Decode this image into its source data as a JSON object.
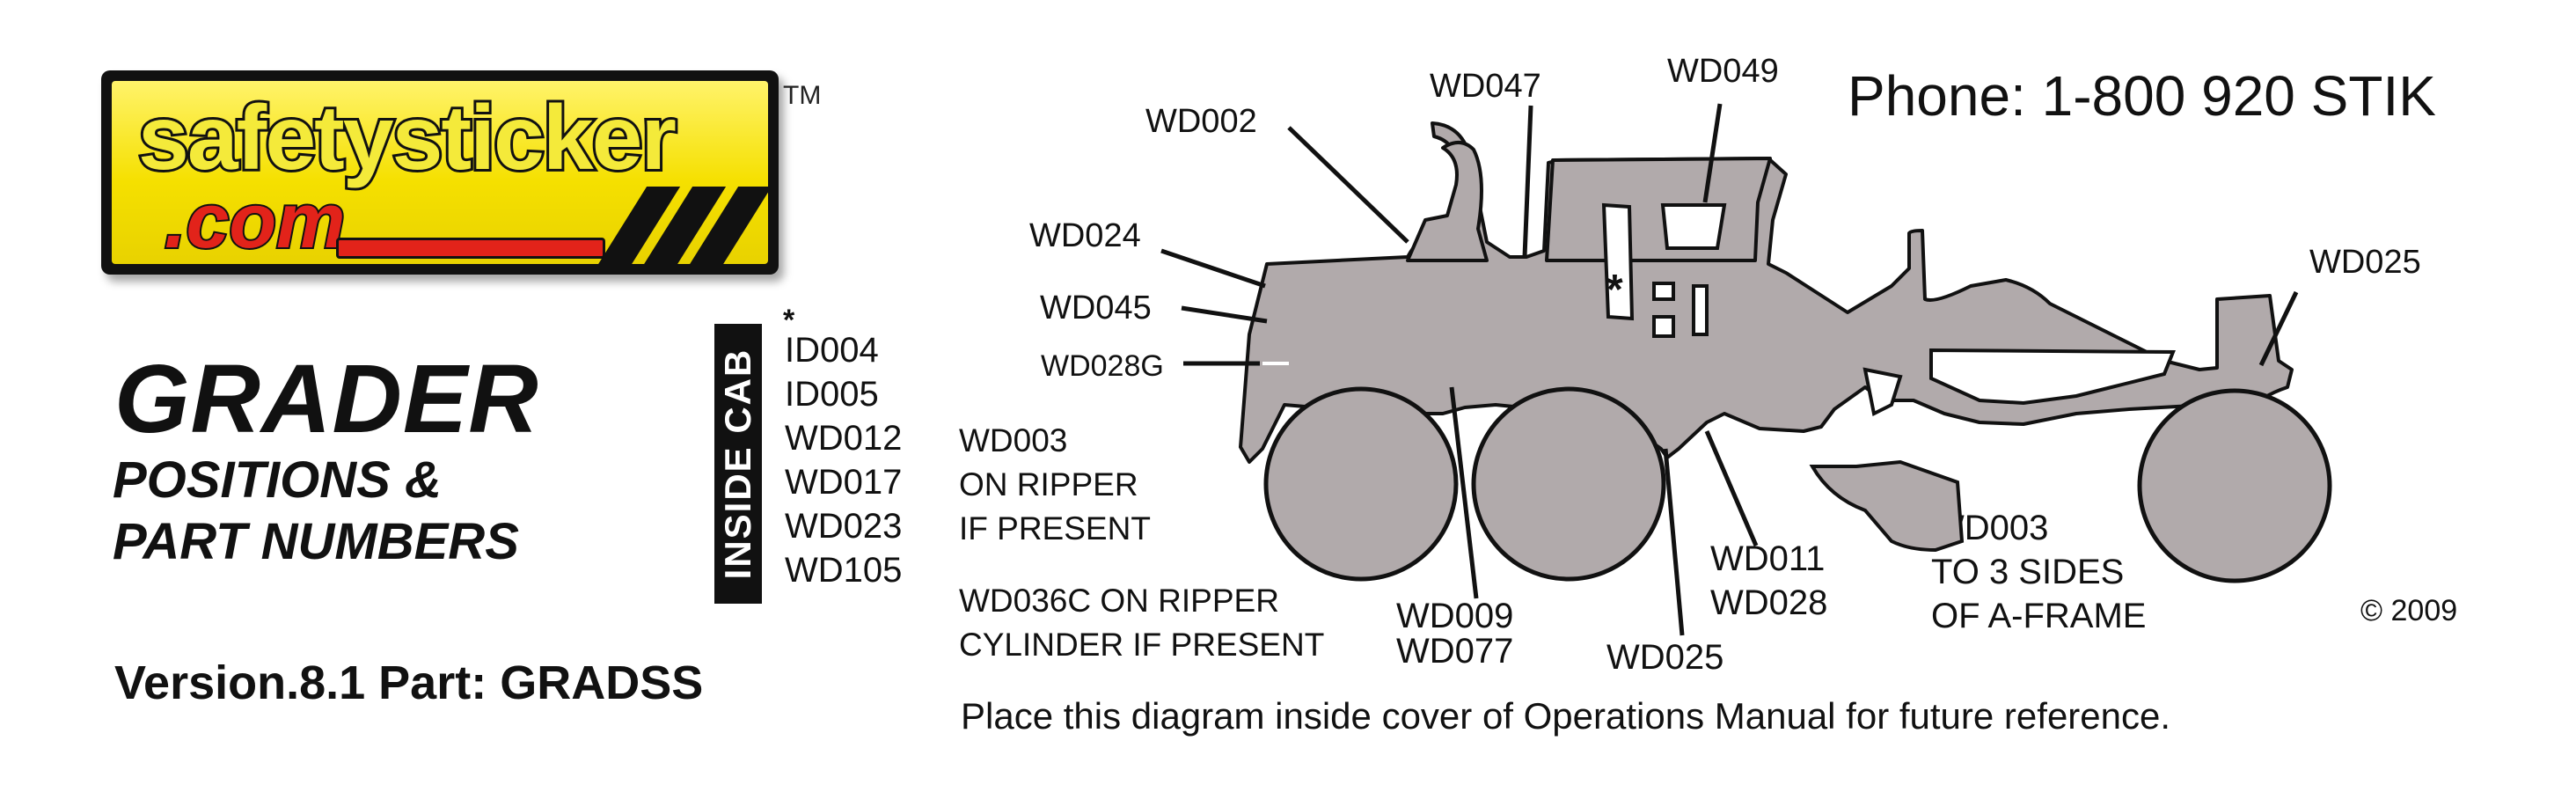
{
  "logo": {
    "main": "safetysticker",
    "domain": ".com",
    "trademark": "TM"
  },
  "title": "GRADER",
  "subtitle": [
    "POSITIONS &",
    "PART NUMBERS"
  ],
  "version_line": "Version.8.1  Part: GRADSS",
  "inside_cab": {
    "label": "INSIDE CAB",
    "star": "*",
    "parts": [
      "ID004",
      "ID005",
      "WD012",
      "WD017",
      "WD023",
      "WD105"
    ]
  },
  "notes": {
    "ripper": [
      "WD003",
      "ON RIPPER",
      "IF PRESENT"
    ],
    "cylinder": [
      "WD036C  ON RIPPER",
      "CYLINDER IF PRESENT"
    ],
    "aframe": [
      "WD003",
      "TO 3 SIDES",
      "OF A-FRAME"
    ]
  },
  "phone": "Phone: 1-800 920 STIK",
  "footer": "Place this diagram inside cover of Operations Manual for future reference.",
  "copyright": "© 2009",
  "callouts": {
    "wd002": "WD002",
    "wd047": "WD047",
    "wd049": "WD049",
    "wd024": "WD024",
    "wd045": "WD045",
    "wd028g": "WD028G",
    "wd025_right": "WD025",
    "wd009": "WD009",
    "wd077": "WD077",
    "wd025_bottom": "WD025",
    "wd011": "WD011",
    "wd028": "WD028",
    "cab_star": "*"
  },
  "colors": {
    "body": "#b1aaab",
    "logo_yellow": "#f5e000",
    "logo_red": "#e2231a"
  }
}
